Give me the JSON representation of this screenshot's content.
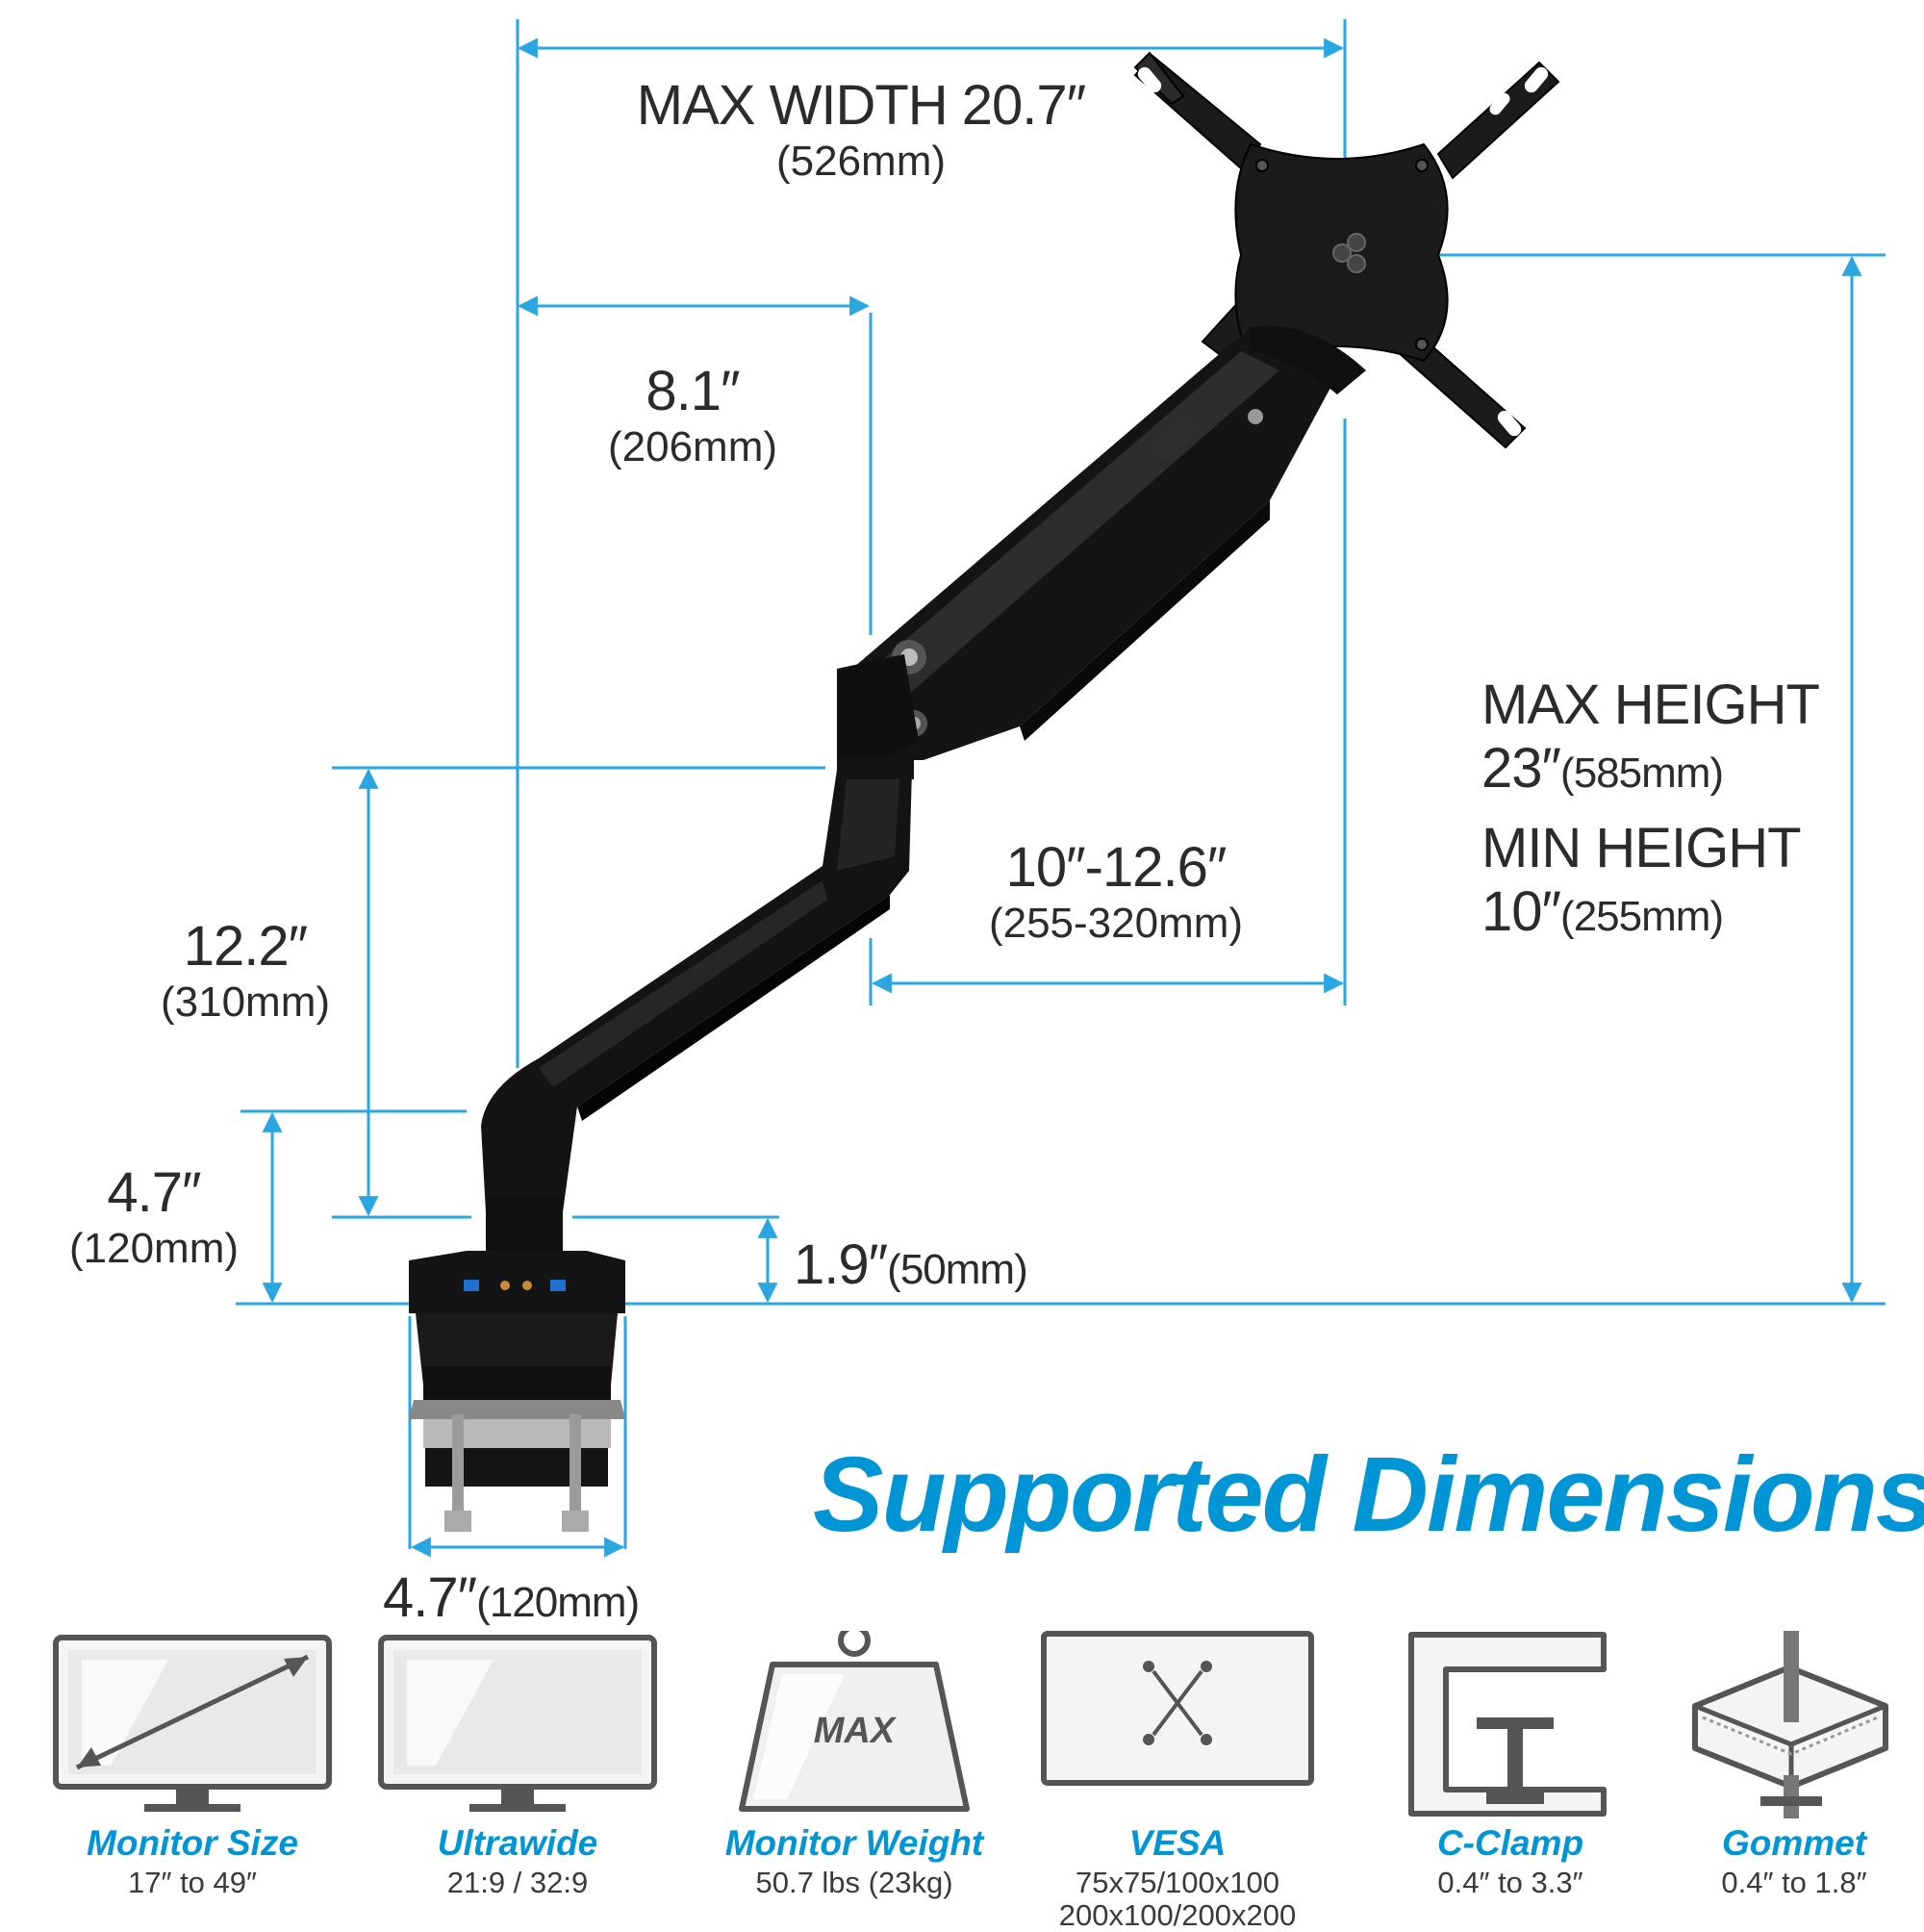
{
  "colors": {
    "accent": "#0096d6",
    "line": "#2aa7e0",
    "text": "#2b2b2b",
    "mount": "#1b1b1b"
  },
  "dimensions": {
    "max_width": {
      "primary": "MAX WIDTH 20.7″",
      "secondary": "(526mm)"
    },
    "arm_offset": {
      "primary": "8.1″",
      "secondary": "(206mm)"
    },
    "max_height": {
      "primary": "MAX HEIGHT",
      "value": "23″",
      "metric": "(585mm)"
    },
    "min_height": {
      "primary": "MIN HEIGHT",
      "value": "10″",
      "metric": "(255mm)"
    },
    "forearm": {
      "primary": "10″-12.6″",
      "secondary": "(255-320mm)"
    },
    "pole_height": {
      "primary": "12.2″",
      "secondary": "(310mm)"
    },
    "base_height": {
      "primary": "4.7″",
      "secondary": "(120mm)"
    },
    "base_offset": {
      "value": "1.9″",
      "metric": "(50mm)"
    },
    "base_width": {
      "value": "4.7″",
      "metric": "(120mm)"
    }
  },
  "headline": "Supported Dimensions",
  "features": [
    {
      "icon": "monitor-size-icon",
      "title": "Monitor Size",
      "value": "17″ to 49″"
    },
    {
      "icon": "ultrawide-monitor-icon",
      "title": "Ultrawide",
      "value": "21:9 / 32:9"
    },
    {
      "icon": "weight-icon",
      "icon_label": "MAX",
      "title": "Monitor Weight",
      "value": "50.7 lbs (23kg)"
    },
    {
      "icon": "vesa-icon",
      "title": "VESA",
      "value": "75x75/100x100",
      "value2": "200x100/200x200"
    },
    {
      "icon": "c-clamp-icon",
      "title": "C-Clamp",
      "value": "0.4″ to 3.3″"
    },
    {
      "icon": "grommet-icon",
      "title": "Gommet",
      "value": "0.4″ to 1.8″"
    }
  ]
}
